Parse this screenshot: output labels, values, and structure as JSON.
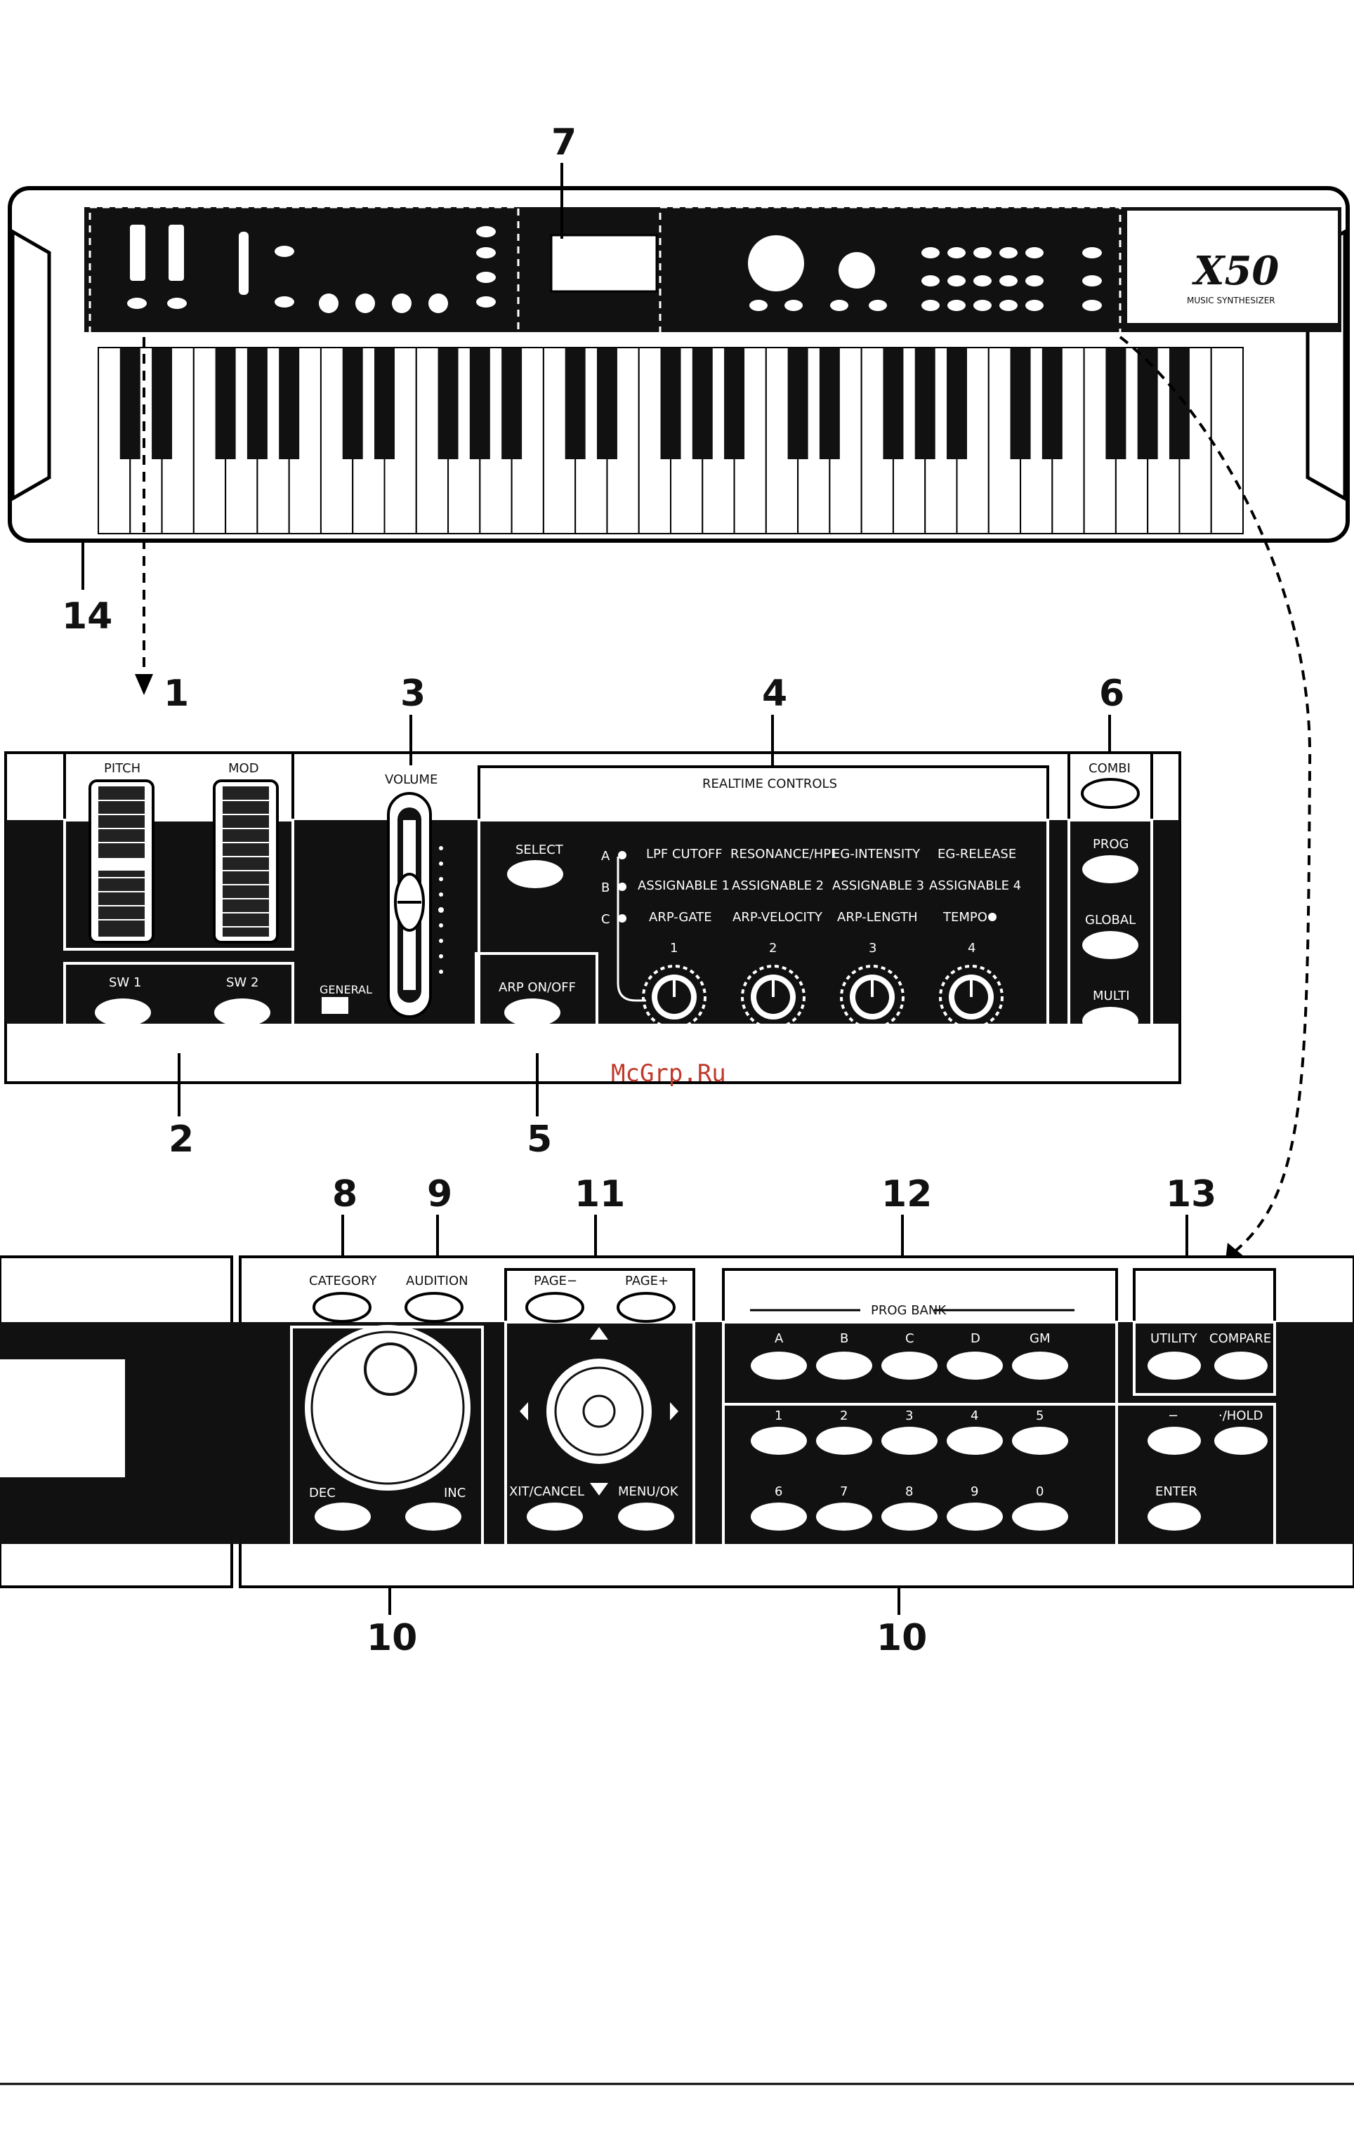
{
  "callouts": {
    "n1": "1",
    "n2": "2",
    "n3": "3",
    "n4": "4",
    "n5": "5",
    "n6": "6",
    "n7": "7",
    "n8": "8",
    "n9": "9",
    "n10a": "10",
    "n10b": "10",
    "n11": "11",
    "n12": "12",
    "n13": "13",
    "n14": "14"
  },
  "top_panel": {
    "brand_logo": "X50",
    "brand_sub": "MUSIC SYNTHESIZER"
  },
  "wheels": {
    "pitch": "PITCH",
    "mod": "MOD",
    "sw1": "SW 1",
    "sw2": "SW 2"
  },
  "volume": {
    "label": "VOLUME",
    "general": "GENERAL"
  },
  "realtime": {
    "title": "REALTIME CONTROLS",
    "select": "SELECT",
    "rows": [
      {
        "letter": "A",
        "items": [
          "LPF CUTOFF",
          "RESONANCE/HPF",
          "EG-INTENSITY",
          "EG-RELEASE"
        ]
      },
      {
        "letter": "B",
        "items": [
          "ASSIGNABLE 1",
          "ASSIGNABLE 2",
          "ASSIGNABLE 3",
          "ASSIGNABLE 4"
        ]
      },
      {
        "letter": "C",
        "items": [
          "ARP-GATE",
          "ARP-VELOCITY",
          "ARP-LENGTH",
          "TEMPO"
        ]
      }
    ],
    "knobs": [
      "1",
      "2",
      "3",
      "4"
    ]
  },
  "arp": {
    "label": "ARP ON/OFF"
  },
  "modes": {
    "combi": "COMBI",
    "prog": "PROG",
    "global": "GLOBAL",
    "multi": "MULTI"
  },
  "lower_panel": {
    "category": "CATEGORY",
    "audition": "AUDITION",
    "dec": "DEC",
    "inc": "INC",
    "page_minus": "PAGE−",
    "page_plus": "PAGE+",
    "exit_cancel": "XIT/CANCEL",
    "menu_ok": "MENU/OK",
    "prog_bank": "PROG BANK",
    "bank_buttons": [
      "A",
      "B",
      "C",
      "D",
      "GM"
    ],
    "utility": "UTILITY",
    "compare": "COMPARE",
    "digits_row1": [
      "1",
      "2",
      "3",
      "4",
      "5"
    ],
    "digits_row2": [
      "6",
      "7",
      "8",
      "9",
      "0"
    ],
    "minus": "−",
    "hold": "·/HOLD",
    "enter": "ENTER"
  },
  "watermark": "McGrp.Ru"
}
